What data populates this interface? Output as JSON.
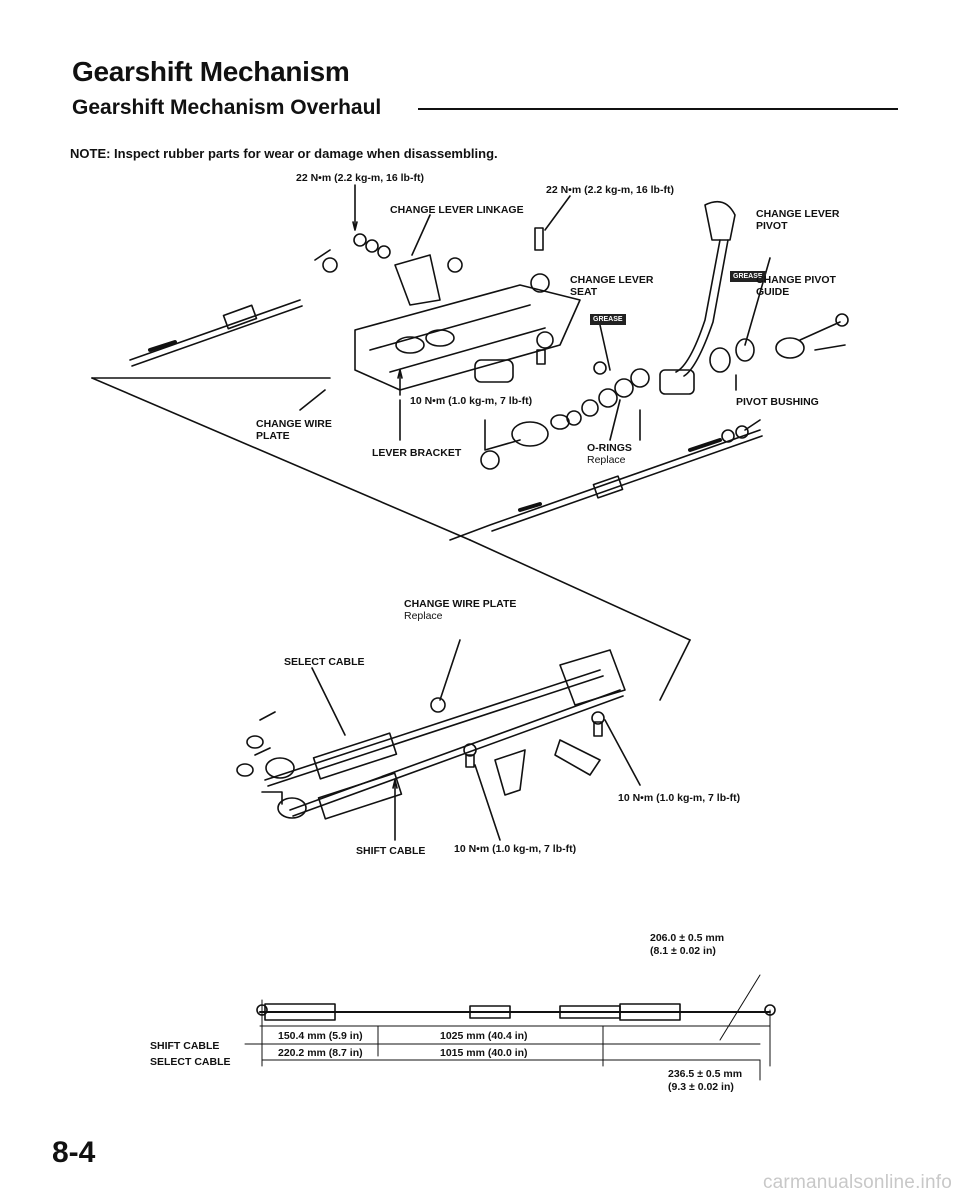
{
  "header": {
    "title": "Gearshift Mechanism",
    "subtitle": "Gearshift Mechanism Overhaul",
    "note": "NOTE:  Inspect rubber parts for wear or damage when disassembling."
  },
  "labels": {
    "torque_22_left": "22 N•m (2.2 kg-m, 16 lb-ft)",
    "torque_22_right": "22 N•m (2.2 kg-m, 16 lb-ft)",
    "change_lever_linkage": "CHANGE LEVER LINKAGE",
    "change_lever_pivot": [
      "CHANGE LEVER",
      "PIVOT"
    ],
    "change_lever_seat": [
      "CHANGE LEVER",
      "SEAT"
    ],
    "change_pivot_guide": [
      "CHANGE PIVOT",
      "GUIDE"
    ],
    "grease": "GREASE",
    "torque_10_bracket": "10 N•m (1.0 kg-m, 7 lb-ft)",
    "change_wire_plate": [
      "CHANGE WIRE",
      "PLATE"
    ],
    "pivot_bushing": "PIVOT BUSHING",
    "lever_bracket": "LEVER BRACKET",
    "o_rings": [
      "O-RINGS",
      "Replace"
    ],
    "change_wire_plate_replace": [
      "CHANGE WIRE PLATE",
      "Replace"
    ],
    "select_cable": "SELECT CABLE",
    "torque_10_right": "10 N•m (1.0 kg-m, 7 lb-ft)",
    "shift_cable": "SHIFT CABLE",
    "torque_10_bottom": "10 N•m (1.0 kg-m, 7 lb-ft)"
  },
  "dimensions": {
    "top_right": [
      "206.0 ± 0.5 mm",
      "(8.1 ± 0.02 in)"
    ],
    "shift_label": "SHIFT CABLE",
    "select_label": "SELECT CABLE",
    "shift_short": "150.4 mm (5.9 in)",
    "shift_long": "1025 mm (40.4 in)",
    "select_short": "220.2 mm (8.7 in)",
    "select_long": "1015 mm (40.0 in)",
    "bottom_right": [
      "236.5 ± 0.5 mm",
      "(9.3 ± 0.02 in)"
    ]
  },
  "footer": {
    "page_number": "8-4",
    "watermark": "carmanualsonline.info"
  }
}
